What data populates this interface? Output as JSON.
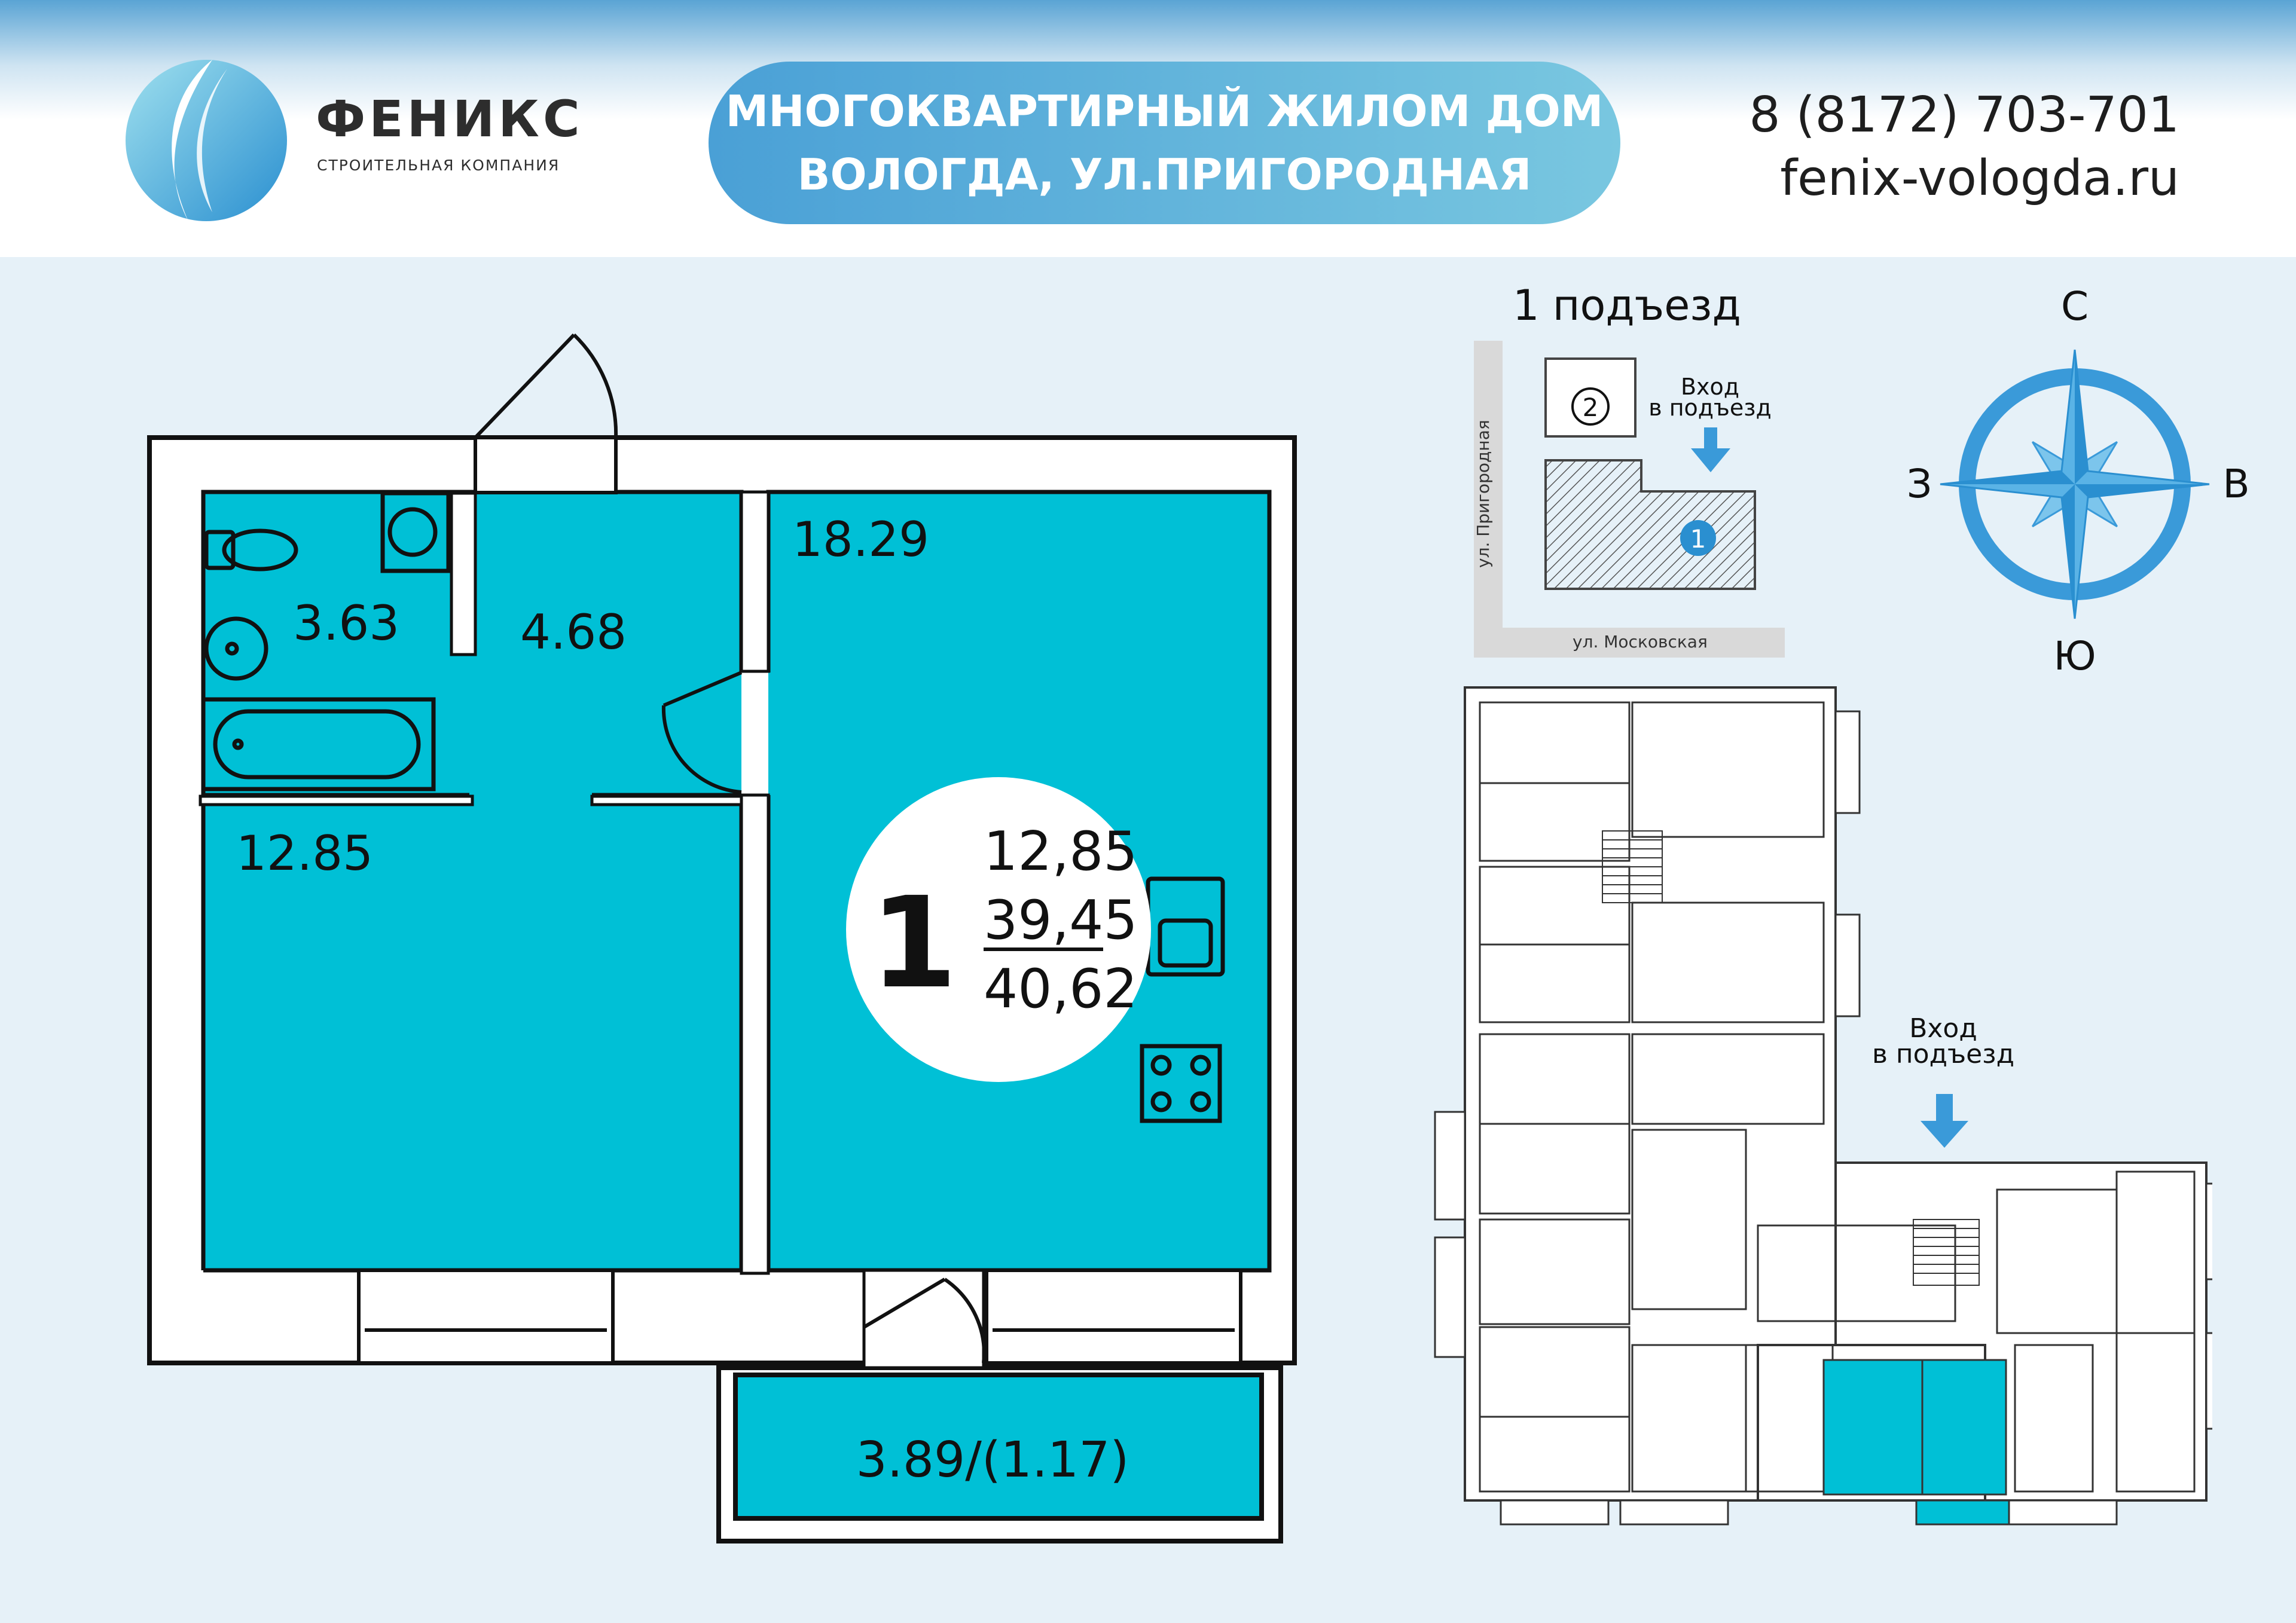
{
  "header": {
    "brand_name": "ФЕНИКС",
    "brand_sub": "СТРОИТЕЛЬНАЯ КОМПАНИЯ",
    "title_line1": "МНОГОКВАРТИРНЫЙ ЖИЛОМ ДОМ",
    "title_line2": "ВОЛОГДА, УЛ.ПРИГОРОДНАЯ",
    "phone": "8 (8172) 703-701",
    "website": "fenix-vologda.ru"
  },
  "apartment": {
    "rooms": "1",
    "living_area": "12,85",
    "total_area": "39,45",
    "total_with_balcony": "40,62",
    "room_areas": {
      "bathroom": "3.63",
      "hallway": "4.68",
      "kitchen": "18.29",
      "living_room": "12.85",
      "balcony": "3.89/(1.17)"
    }
  },
  "site_plan": {
    "entrance_title": "1 подъезд",
    "entrance_label_line1": "Вход",
    "entrance_label_line2": "в подъезд",
    "street_vertical": "ул. Пригородная",
    "street_horizontal": "ул. Московская",
    "section_1": "1",
    "section_2": "2"
  },
  "compass": {
    "north": "С",
    "south": "Ю",
    "west": "З",
    "east": "В"
  },
  "floor_plan": {
    "entrance_label_line1": "Вход",
    "entrance_label_line2": "в подъезд"
  },
  "colors": {
    "room_fill": "#00c0d6",
    "wall": "#111111",
    "accent_blue": "#3a9ad9"
  }
}
